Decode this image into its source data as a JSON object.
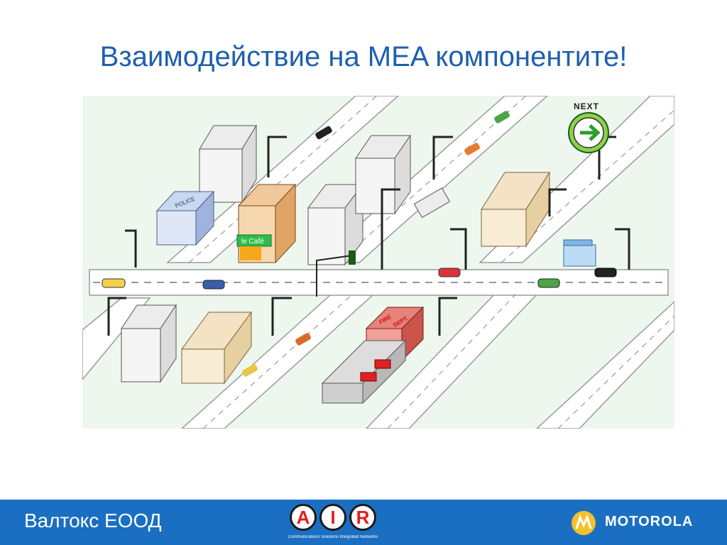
{
  "slide": {
    "title": "Взаимодействие на MEA компонентите!"
  },
  "scene": {
    "next_sign_label": "NEXT",
    "police_label": "POLICE",
    "cafe_label": "le Café",
    "fire_label_1": "FIRE",
    "fire_label_2": "DEPT."
  },
  "footer": {
    "company": "Валтокс ЕООД",
    "air_letters": [
      "A",
      "I",
      "R"
    ],
    "air_tagline": "Communications Solutions Integrated Networks",
    "brand": "MOTOROLA"
  },
  "colors": {
    "title": "#1f5fae",
    "footer_bg": "#1b6fc2",
    "scene_bg": "#eef7ee",
    "next_sign": "#8ed14a"
  }
}
